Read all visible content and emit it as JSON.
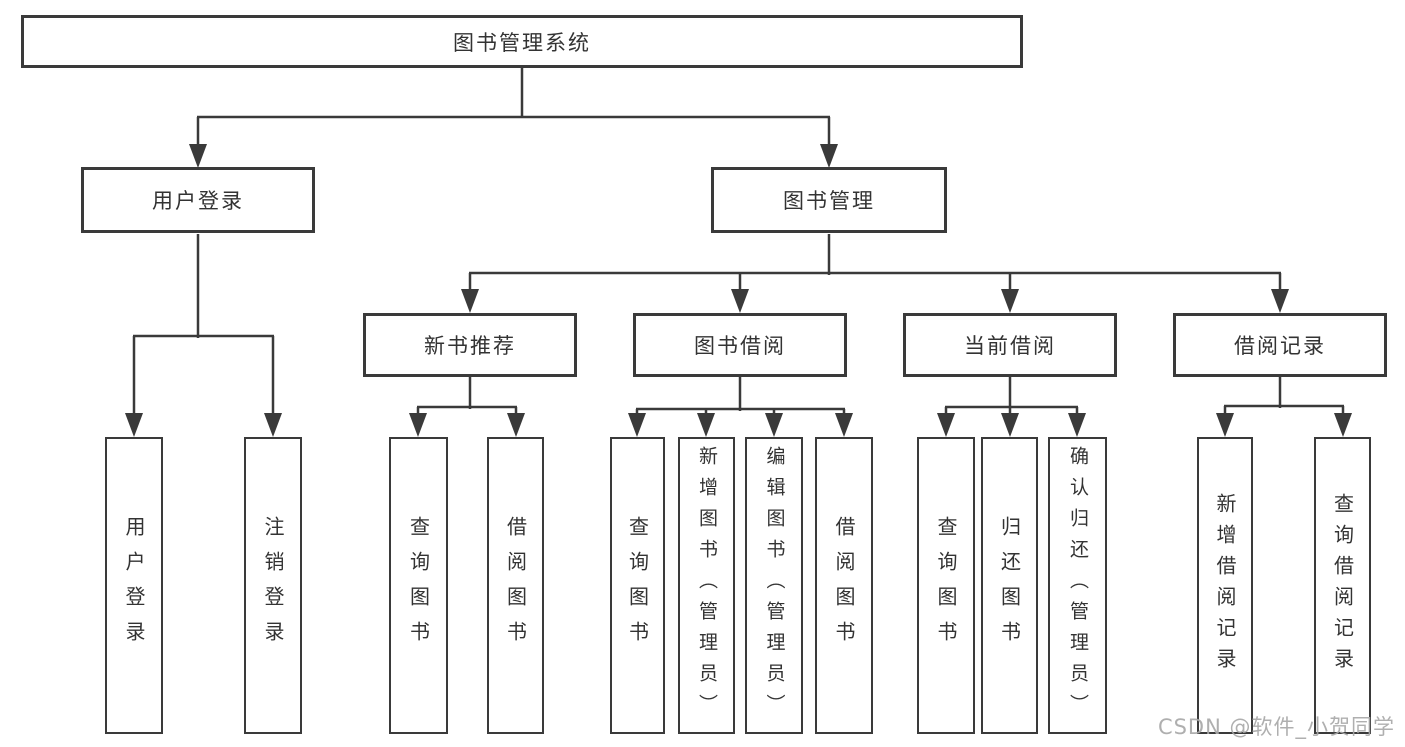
{
  "diagram_type": "hierarchy-tree",
  "colors": {
    "background": "#ffffff",
    "box_border": "#3a3a3a",
    "line": "#3a3a3a",
    "text": "#333333",
    "watermark": "#a8a8a8"
  },
  "tree": {
    "label": "图书管理系统",
    "children": [
      {
        "label": "用户登录",
        "children": [
          {
            "label": "用户登录"
          },
          {
            "label": "注销登录"
          }
        ]
      },
      {
        "label": "图书管理",
        "children": [
          {
            "label": "新书推荐",
            "children": [
              {
                "label": "查询图书"
              },
              {
                "label": "借阅图书"
              }
            ]
          },
          {
            "label": "图书借阅",
            "children": [
              {
                "label": "查询图书"
              },
              {
                "label": "新增图书（管理员）"
              },
              {
                "label": "编辑图书（管理员）"
              },
              {
                "label": "借阅图书"
              }
            ]
          },
          {
            "label": "当前借阅",
            "children": [
              {
                "label": "查询图书"
              },
              {
                "label": "归还图书"
              },
              {
                "label": "确认归还（管理员）"
              }
            ]
          },
          {
            "label": "借阅记录",
            "children": [
              {
                "label": "新增借阅记录"
              },
              {
                "label": "查询借阅记录"
              }
            ]
          }
        ]
      }
    ]
  },
  "watermark": {
    "text": "CSDN @软件_小贺同学"
  }
}
